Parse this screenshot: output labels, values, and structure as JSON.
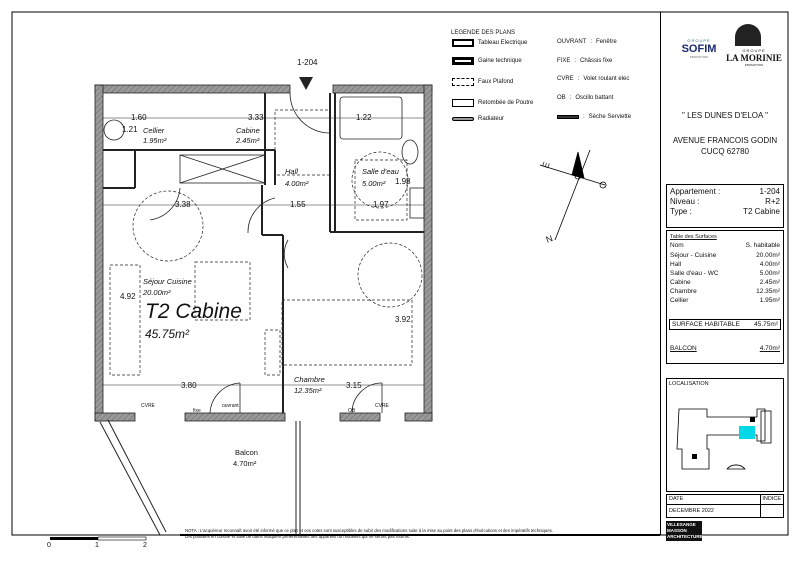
{
  "plan": {
    "apartment_type": "T2 Cabine",
    "total_area": "45.75m²",
    "section_marker": "1-204",
    "rooms": [
      {
        "name": "Cellier",
        "area": "1.95m²"
      },
      {
        "name": "Cabine",
        "area": "2.45m²"
      },
      {
        "name": "Hall",
        "area": "4.00m²"
      },
      {
        "name": "Salle d'eau",
        "area": "5.00m²"
      },
      {
        "name": "Séjour Cuisine",
        "area": "20.00m²"
      },
      {
        "name": "Chambre",
        "area": "12.35m²"
      },
      {
        "name": "Balcon",
        "area": "4.70m²"
      }
    ],
    "dimensions": [
      "1.60",
      "3.33",
      "1.22",
      "1.21",
      "1.98",
      "3.38",
      "1.55",
      "1.97",
      "4.92",
      "3.92",
      "3.80",
      "3.15"
    ],
    "window_labels": [
      "CVRE",
      "fixe",
      "ouvrant",
      "CVRE",
      "OB"
    ],
    "scale_ticks": [
      "0",
      "1",
      "2"
    ]
  },
  "legend": {
    "title": "LEGENDE DES PLANS",
    "items_left": [
      "Tableau Electrique",
      "Gaine technique",
      "Faux Plafond",
      "Retombée de Poutre",
      "Radiateur"
    ],
    "items_right": [
      {
        "code": "OUVRANT",
        "label": "Fenêtre"
      },
      {
        "code": "FIXE",
        "label": "Châssis fixe"
      },
      {
        "code": "CVRE",
        "label": "Volet roulant elec"
      },
      {
        "code": "OB",
        "label": "Oscillo battant"
      },
      {
        "code": "",
        "label": "Sèche Serviette"
      }
    ]
  },
  "compass": {
    "north": "N",
    "east": "E"
  },
  "note": {
    "line1": "NOTA : L'acquéreur reconnaît avoir été informé que ce plan et ces cotes sont susceptibles de subir des modifications suite à la mise au point des plans d'éxécutions et des impératifs techniques.",
    "line2": "Les pointillés en cuisine et salle de bains indiquent préférentielles des appareils ou mobiliers qui ne seront pas fournis."
  },
  "title_block": {
    "logo1": {
      "top": "GROUPE",
      "name": "SOFIM",
      "sub": "PROMOTION"
    },
    "logo2": {
      "top": "GROUPE",
      "name": "LA MORINIE",
      "sub": "PROMOTION"
    },
    "project": "\" LES DUNES D'ELOA \"",
    "address1": "AVENUE FRANCOIS GODIN",
    "address2": "CUCQ   62780",
    "apartment_label": "Appartement :",
    "apartment": "1-204",
    "level_label": "Niveau :",
    "level": "R+2",
    "type_label": "Type :",
    "type": "T2 Cabine",
    "surfaces_title": "Table des Surfaces",
    "col_name": "Nom",
    "col_area": "S. habitable",
    "surfaces": [
      {
        "name": "Séjour - Cuisine",
        "area": "20.00m²"
      },
      {
        "name": "Hall",
        "area": "4.00m²"
      },
      {
        "name": "Salle d'eau - WC",
        "area": "5.00m²"
      },
      {
        "name": "Cabine",
        "area": "2.45m²"
      },
      {
        "name": "Chambre",
        "area": "12.35m²"
      },
      {
        "name": "Cellier",
        "area": "1.95m²"
      }
    ],
    "total_label": "SURFACE HABITABLE",
    "total": "45.75m²",
    "balcony_label": "BALCON",
    "balcony": "4.70m²",
    "location_label": "LOCALISATION",
    "date_label": "DATE",
    "index_label": "INDICE",
    "date": "DECEMBRE 2022",
    "architect": "VILLESANGE MASSON ARCHITECTURE",
    "highlight_color": "#00d8e8"
  }
}
